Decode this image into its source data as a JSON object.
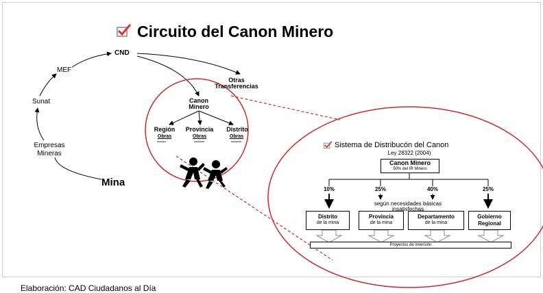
{
  "title": "Circuito del Canon Minero",
  "cycle": {
    "cnd": "CND",
    "mef": "MEF",
    "sunat": "Sunat",
    "empresas": "Empresas",
    "mineras": "Mineras",
    "mina": "Mina",
    "otras_1": "Otras",
    "otras_2": "Transferencias"
  },
  "small_circle": {
    "canon_1": "Canon",
    "canon_2": "Minero",
    "levels": [
      "Región",
      "Provincia",
      "Distrito"
    ],
    "obras": "Obras"
  },
  "zoom": {
    "title": "Sistema de Distribucón del Canon",
    "law": "Ley 28322 (2004)",
    "box_title": "Canon Minero",
    "box_sub": "50% del IR Minero",
    "percents": [
      "10%",
      "25%",
      "40%",
      "25%"
    ],
    "needs_1": "según necesidades básicas",
    "needs_2": "insatisfechas",
    "recipients": [
      {
        "name": "Distrito",
        "sub": "de la mina"
      },
      {
        "name": "Provincia",
        "sub": "de la mina"
      },
      {
        "name": "Departamento",
        "sub": "de la mina"
      },
      {
        "name": "Gobierno",
        "sub": "Regional"
      }
    ],
    "projects": "Proyectos de inversión"
  },
  "colors": {
    "accent": "#cc2a2a",
    "check": "#e03030"
  },
  "footer": "Elaboración: CAD Ciudadanos al Día"
}
